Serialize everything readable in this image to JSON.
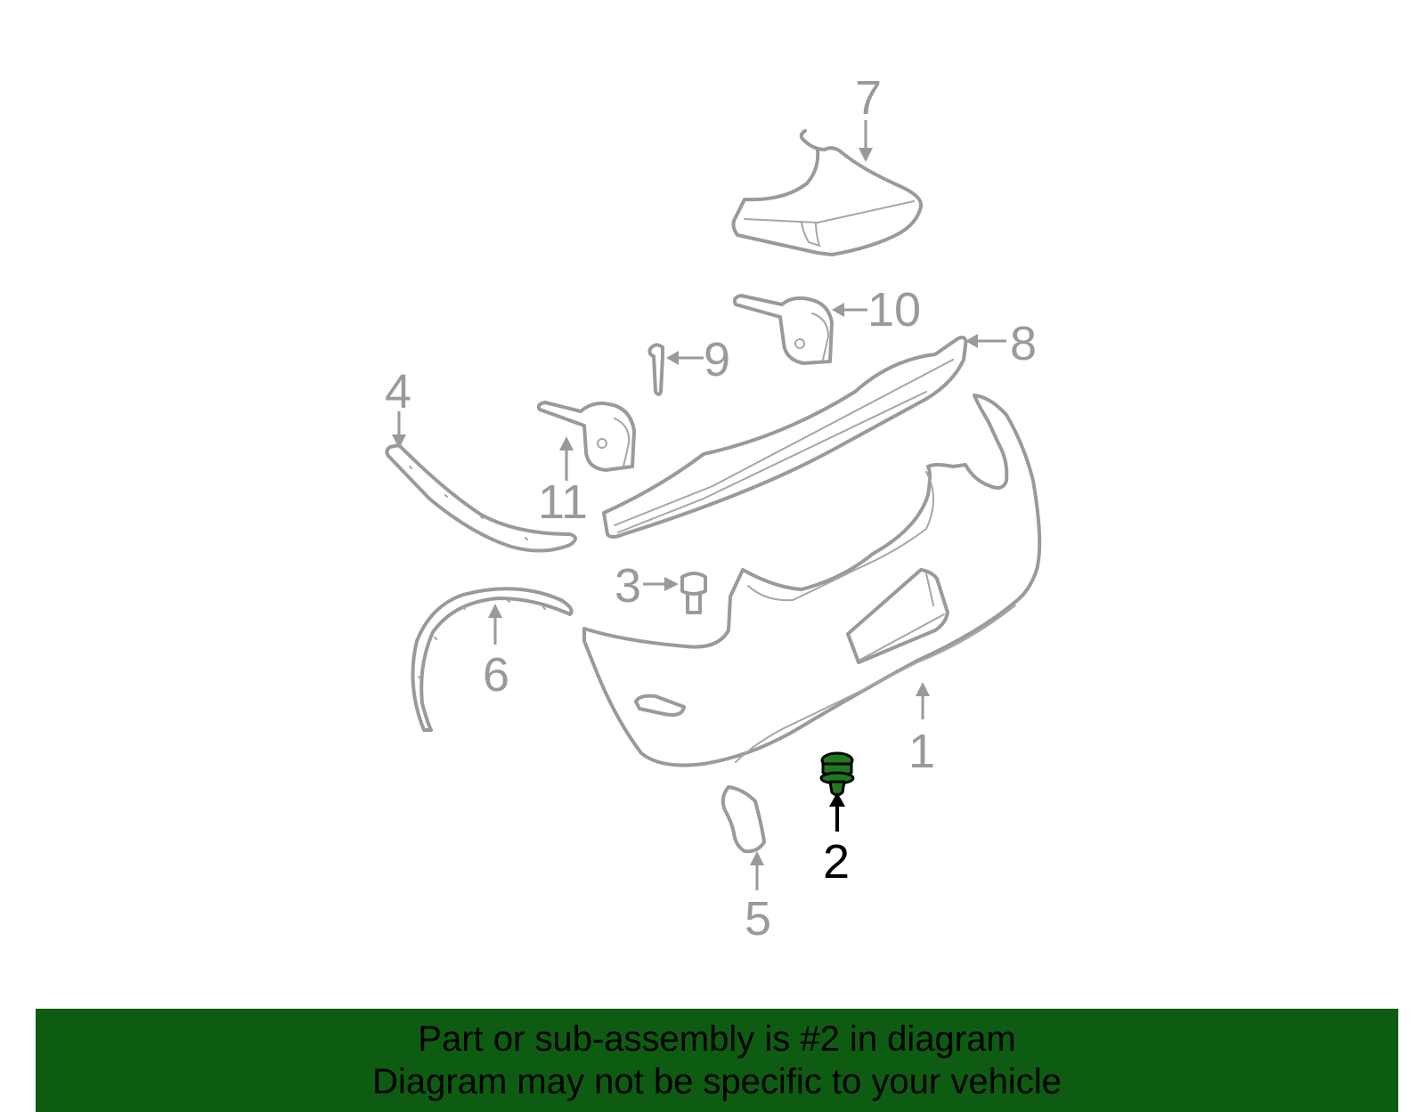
{
  "diagram": {
    "highlighted_part": "2",
    "callouts": [
      "1",
      "2",
      "3",
      "4",
      "5",
      "6",
      "7",
      "8",
      "9",
      "10",
      "11"
    ]
  },
  "banner": {
    "line1": "Part or sub-assembly is #2 in diagram",
    "line2": "Diagram may not be specific to your vehicle"
  },
  "colors": {
    "banner_background": "#0d5c12",
    "part_outline": "#9a9a9a",
    "highlight_part": "#1f7a1f"
  }
}
